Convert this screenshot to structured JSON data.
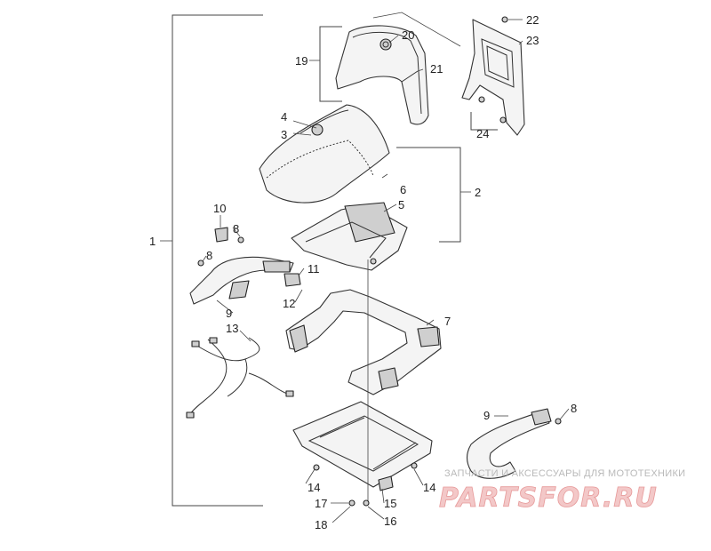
{
  "callouts": {
    "c1": "1",
    "c2": "2",
    "c3": "3",
    "c4": "4",
    "c5": "5",
    "c6": "6",
    "c7": "7",
    "c8a": "8",
    "c8b": "8",
    "c8c": "8",
    "c9a": "9",
    "c9b": "9",
    "c10": "10",
    "c11": "11",
    "c12": "12",
    "c13": "13",
    "c14a": "14",
    "c14b": "14",
    "c15": "15",
    "c16": "16",
    "c17": "17",
    "c18": "18",
    "c19": "19",
    "c20": "20",
    "c21": "21",
    "c22": "22",
    "c23": "23",
    "c24": "24"
  },
  "watermark": {
    "tagline": "ЗАПЧАСТИ И АКСЕССУАРЫ ДЛЯ МОТОТЕХНИКИ",
    "brand": "PARTSFOR.RU"
  },
  "colors": {
    "line": "#333333",
    "watermark_brand": "#e79a9a",
    "watermark_text": "#b9b9b9"
  }
}
